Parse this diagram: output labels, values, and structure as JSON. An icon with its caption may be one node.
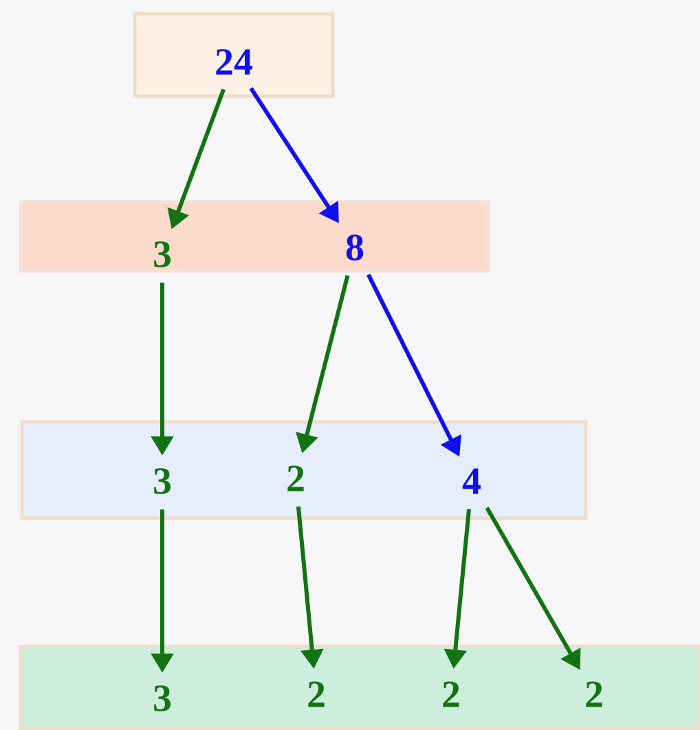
{
  "diagram": {
    "nodes": [
      {
        "text": [],
        "shape": "box"
      },
      {
        "text": [
          "24"
        ],
        "in": 0
      },
      {
        "text": [],
        "shape": "box"
      },
      {
        "text": [
          "3"
        ],
        "in": 2
      },
      {
        "text": [
          "8"
        ],
        "in": 2
      },
      {
        "text": [],
        "shape": "box"
      },
      {
        "text": [
          "3"
        ],
        "in": 5
      },
      {
        "text": [
          "2"
        ],
        "in": 5
      },
      {
        "text": [
          "4"
        ],
        "in": 5
      },
      {
        "text": [],
        "shape": "box"
      },
      {
        "text": [
          "3"
        ],
        "in": 9
      },
      {
        "text": [
          "2"
        ],
        "in": 9
      },
      {
        "text": [
          "2"
        ],
        "in": 9
      },
      {
        "text": [
          "2"
        ],
        "in": 9
      }
    ],
    "edges": [
      {
        "from": 1,
        "to": 3,
        "arrow": "to"
      },
      {
        "from": 1,
        "to": 4,
        "arrow": "to",
        "color": "#1010ee"
      },
      {
        "from": 3,
        "to": 6,
        "arrow": "to"
      },
      {
        "from": 4,
        "to": 7,
        "arrow": "to"
      },
      {
        "from": 4,
        "to": 8,
        "arrow": "to",
        "color": "#1010ee"
      },
      {
        "from": 6,
        "to": 10,
        "arrow": "to"
      },
      {
        "from": 7,
        "to": 11,
        "arrow": "to"
      },
      {
        "from": 8,
        "to": 12,
        "arrow": "to"
      },
      {
        "from": 8,
        "to": 13,
        "arrow": "to"
      }
    ]
  }
}
